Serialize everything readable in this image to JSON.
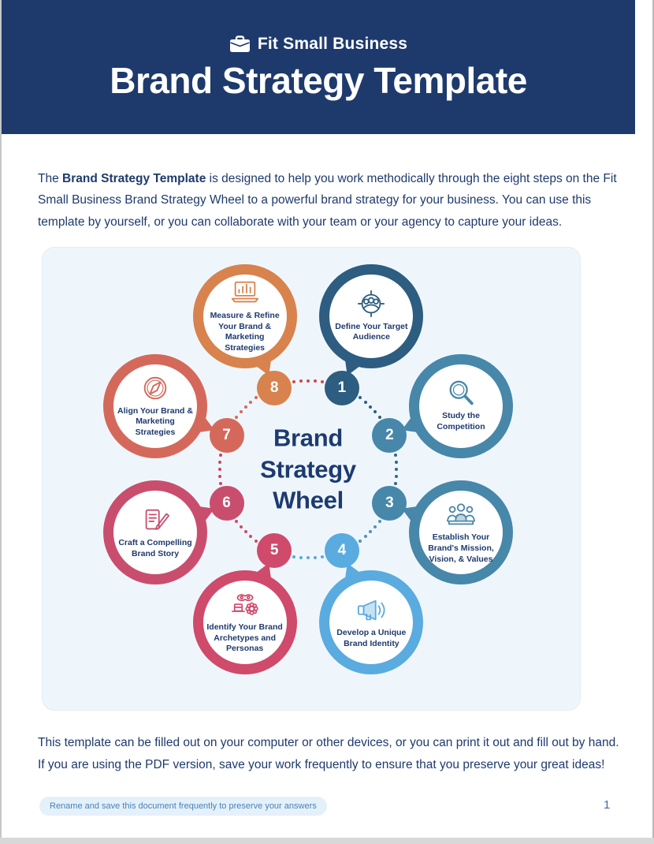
{
  "header": {
    "logo_icon": "briefcase-icon",
    "logo_text": "Fit Small Business",
    "title": "Brand Strategy Template"
  },
  "intro": {
    "pre": "The ",
    "bold": "Brand Strategy Template",
    "post": " is designed to help you work methodically through the eight steps on the Fit Small Business Brand Strategy Wheel to a powerful brand strategy for your business. You can use this template by yourself, or you can collaborate with your team or your agency to capture your ideas."
  },
  "wheel": {
    "title_lines": [
      "Brand",
      "Strategy",
      "Wheel"
    ],
    "steps": [
      {
        "num": "1",
        "label": "Define Your Target Audience",
        "color": "#2d5d80",
        "icon": "target-audience-icon",
        "segment_color": "#2d5d80"
      },
      {
        "num": "2",
        "label": "Study the Competition",
        "color": "#4787a9",
        "icon": "magnifier-icon",
        "segment_color": "#34658b"
      },
      {
        "num": "3",
        "label": "Establish Your Brand's Mission, Vision, & Values",
        "color": "#4787a9",
        "icon": "team-icon",
        "segment_color": "#4f93b8"
      },
      {
        "num": "4",
        "label": "Develop a Unique Brand Identity",
        "color": "#5aabdf",
        "icon": "megaphone-icon",
        "segment_color": "#58a9dc"
      },
      {
        "num": "5",
        "label": "Identify Your Brand Archetypes and Personas",
        "color": "#cf4a6b",
        "icon": "personas-icon",
        "segment_color": "#cf4a6b"
      },
      {
        "num": "6",
        "label": "Craft a Compelling Brand Story",
        "color": "#c94e6e",
        "icon": "document-pen-icon",
        "segment_color": "#c4475f"
      },
      {
        "num": "7",
        "label": "Align Your Brand & Marketing Strategies",
        "color": "#d4695b",
        "icon": "compass-icon",
        "segment_color": "#d4695b"
      },
      {
        "num": "8",
        "label": "Measure & Refine Your Brand & Marketing Strategies",
        "color": "#d8824e",
        "icon": "laptop-chart-icon",
        "segment_color": "#cd4b47"
      }
    ]
  },
  "outro": {
    "lines": [
      "This template can be filled out on your computer or other devices, or you can print it out and fill out by hand.",
      "If you are using the PDF version, save your work frequently to ensure that you preserve your great ideas!"
    ]
  },
  "footer": {
    "pill": "Rename and save this document frequently to preserve your answers",
    "page_number": "1"
  },
  "colors": {
    "header_bg": "#1e3a6d",
    "text": "#1e3a6d",
    "panel_bg": "#eff6fb",
    "panel_border": "#e3edf6",
    "center_title": "#1d3b70",
    "pill_bg": "#e4f1fb",
    "pill_text": "#4c80b2",
    "pagenum": "#3f6ba6",
    "strip": "#d8d8d8"
  }
}
